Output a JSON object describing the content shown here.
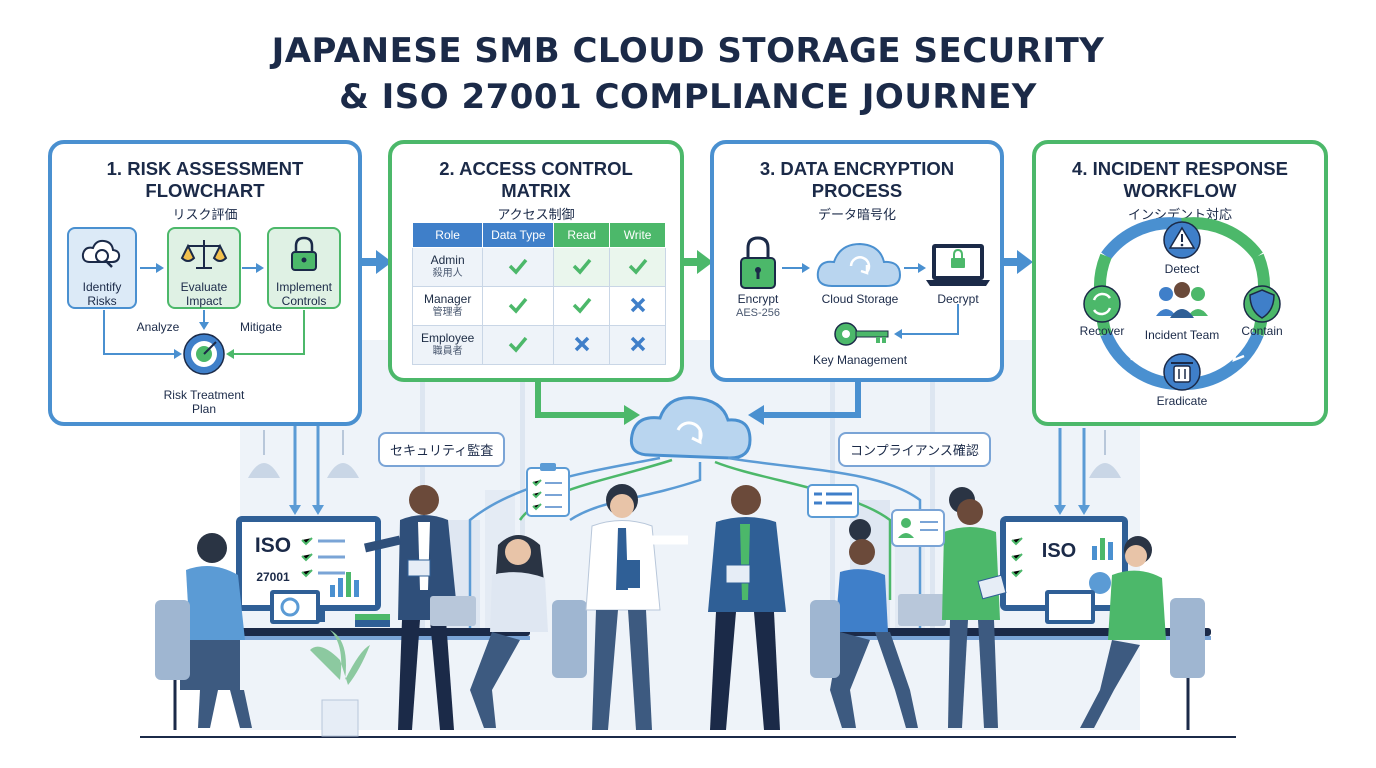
{
  "title": {
    "line1": "JAPANESE SMB CLOUD STORAGE SECURITY",
    "line2": "& ISO 27001 COMPLIANCE JOURNEY"
  },
  "panel1": {
    "title_line1": "1. RISK ASSESSMENT",
    "title_line2": "FLOWCHART",
    "jp": "リスク評価",
    "identify_line1": "Identify",
    "identify_line2": "Risks",
    "evaluate_line1": "Evaluate",
    "evaluate_line2": "Impact",
    "implement_line1": "Implement",
    "implement_line2": "Controls",
    "analyze": "Analyze",
    "mitigate": "Mitigate",
    "plan_line1": "Risk Treatment",
    "plan_line2": "Plan"
  },
  "panel2": {
    "title_line1": "2. ACCESS CONTROL",
    "title_line2": "MATRIX",
    "jp": "アクセス制御",
    "headers": [
      "Role",
      "Data Type",
      "Read",
      "Write"
    ],
    "rows": [
      {
        "role": "Admin",
        "role_jp": "殺用人"
      },
      {
        "role": "Manager",
        "role_jp": "管理者"
      },
      {
        "role": "Employee",
        "role_jp": "職員者"
      }
    ]
  },
  "panel3": {
    "title_line1": "3. DATA ENCRYPTION",
    "title_line2": "PROCESS",
    "jp": "データ暗号化",
    "encrypt": "Encrypt",
    "aes": "AES-256",
    "cloud": "Cloud Storage",
    "decrypt": "Decrypt",
    "key": "Key Management"
  },
  "panel4": {
    "title_line1": "4. INCIDENT RESPONSE",
    "title_line2": "WORKFLOW",
    "jp": "インシデント対応",
    "detect": "Detect",
    "contain": "Contain",
    "eradicate": "Eradicate",
    "recover": "Recover",
    "team": "Incident Team"
  },
  "scene": {
    "bubble_left": "セキュリティ監査",
    "bubble_right": "コンプライアンス確認",
    "iso_left": "ISO",
    "iso_left_num": "27001",
    "iso_right": "ISO"
  },
  "colors": {
    "blue": "#4a90d0",
    "green": "#4cb86a",
    "navy": "#1b2a48",
    "light_blue_fill": "#dceaf7",
    "light_green_fill": "#dff1e4"
  }
}
